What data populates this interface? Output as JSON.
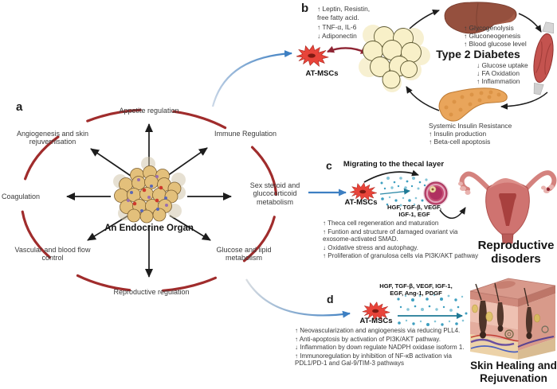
{
  "palette": {
    "arc_red": "#a02c2c",
    "arrow_black": "#1c1c1c",
    "arrow_blue": "#3d7fc2",
    "arrow_dark_red": "#8e2433",
    "dot_teal": "#3e9fc0",
    "msc_red": "#e8443a",
    "adipocyte_yellow": "#f8f0c8",
    "liver_brown": "#95503e",
    "muscle_red": "#c4534f",
    "pancreas_orange": "#e9a55b",
    "uterus_pink": "#cf7370"
  },
  "panel_a": {
    "label": "a",
    "center_label": "An Endocrine Organ",
    "spokes": {
      "top": "Appetite regulation",
      "top_right": "Immune Regulation",
      "right": "Sex steroid and glucocorticoid metabolism",
      "bottom_right": "Glucose and lipid metabolism",
      "bottom": "Reproductive regulation",
      "bottom_left": "Vascular and blood flow control",
      "left": "Coagulation",
      "top_left": "Angiogenesis and skin rejuvernisation"
    }
  },
  "panel_b": {
    "label": "b",
    "atmsc_label": "AT-MSCs",
    "secreted_factors": [
      "↑ Leptin, Resistin,",
      "free fatty acid.",
      "↑ TNF-α, IL-6",
      "↓ Adiponectin"
    ],
    "liver_effects": [
      "↑ Glycogenolysis",
      "↑ Gluconeogenesis",
      "↑ Blood glucose level"
    ],
    "disease_title": "Type 2 Diabetes",
    "muscle_effects": [
      "↓ Glucose uptake",
      "↓ FA Oxidation",
      "↑ Inflammation"
    ],
    "pancreas_effects": [
      "Systemic Insulin Resistance",
      "↑ Insulin production",
      "↑ Beta-cell apoptosis"
    ]
  },
  "panel_c": {
    "label": "c",
    "migration_label": "Migrating to the thecal layer",
    "atmsc_label": "AT-MSCs",
    "factors": [
      "HGF, TGF-β, VEGF,",
      "IGF-1, EGF"
    ],
    "effects": [
      "↑ Theca cell regeneration and maturation",
      "↑ Funtion and structure of damaged ovariant via exosome-activated SMAD.",
      "↓ Oxidative stress and autophagy.",
      "↑ Proliferation of granulosa cells via PI3K/AKT pathway"
    ],
    "outcome_title": [
      "Reproductive",
      "disoders"
    ]
  },
  "panel_d": {
    "label": "d",
    "factors": [
      "HGF, TGF-β, VEGF, IGF-1,",
      "EGF, Ang-1, PDGF"
    ],
    "atmsc_label": "AT-MSCs",
    "effects": [
      "↑ Neovascularization and angiogenesis via reducing PLL4.",
      "↑ Anti-apoptosis by activation of PI3K/AKT pathway.",
      "↓ Inflammation by down regulate NADPH oxidase isoform 1.",
      "↑ Immunoregulation by inhibition of NF-κB activation via PDL1/PD-1 and Gal-9/TIM-3 pathways"
    ],
    "outcome_title": [
      "Skin Healing and",
      "Rejuvenation"
    ]
  }
}
